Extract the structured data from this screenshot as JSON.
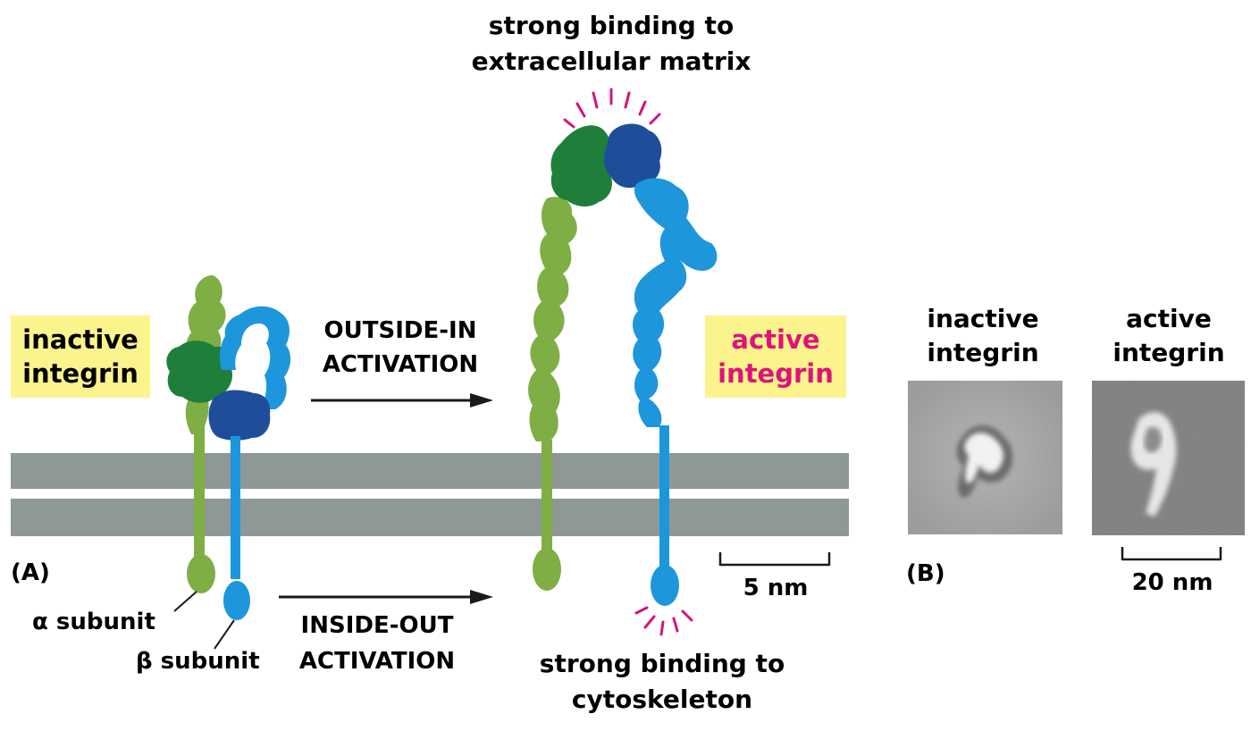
{
  "panel_a": {
    "label": "(A)",
    "inactive_label_line1": "inactive",
    "inactive_label_line2": "integrin",
    "active_label_line1": "active",
    "active_label_line2": "integrin",
    "outside_in_line1": "OUTSIDE-IN",
    "outside_in_line2": "ACTIVATION",
    "inside_out_line1": "INSIDE-OUT",
    "inside_out_line2": "ACTIVATION",
    "ecm_line1": "strong binding to",
    "ecm_line2": "extracellular matrix",
    "cyto_line1": "strong binding to",
    "cyto_line2": "cytoskeleton",
    "alpha_label": "α subunit",
    "beta_label": "β subunit",
    "scale_label": "5 nm"
  },
  "panel_b": {
    "label": "(B)",
    "inactive_line1": "inactive",
    "inactive_line2": "integrin",
    "active_line1": "active",
    "active_line2": "integrin",
    "scale_label": "20 nm"
  },
  "colors": {
    "label_box": "#fbf48c",
    "active_text": "#e0127a",
    "alpha_light": "#7fae45",
    "alpha_dark": "#1f7f3a",
    "beta_light": "#1e96dc",
    "beta_dark": "#1e4e9a",
    "membrane": "#8e9896",
    "burst": "#d4147a"
  }
}
